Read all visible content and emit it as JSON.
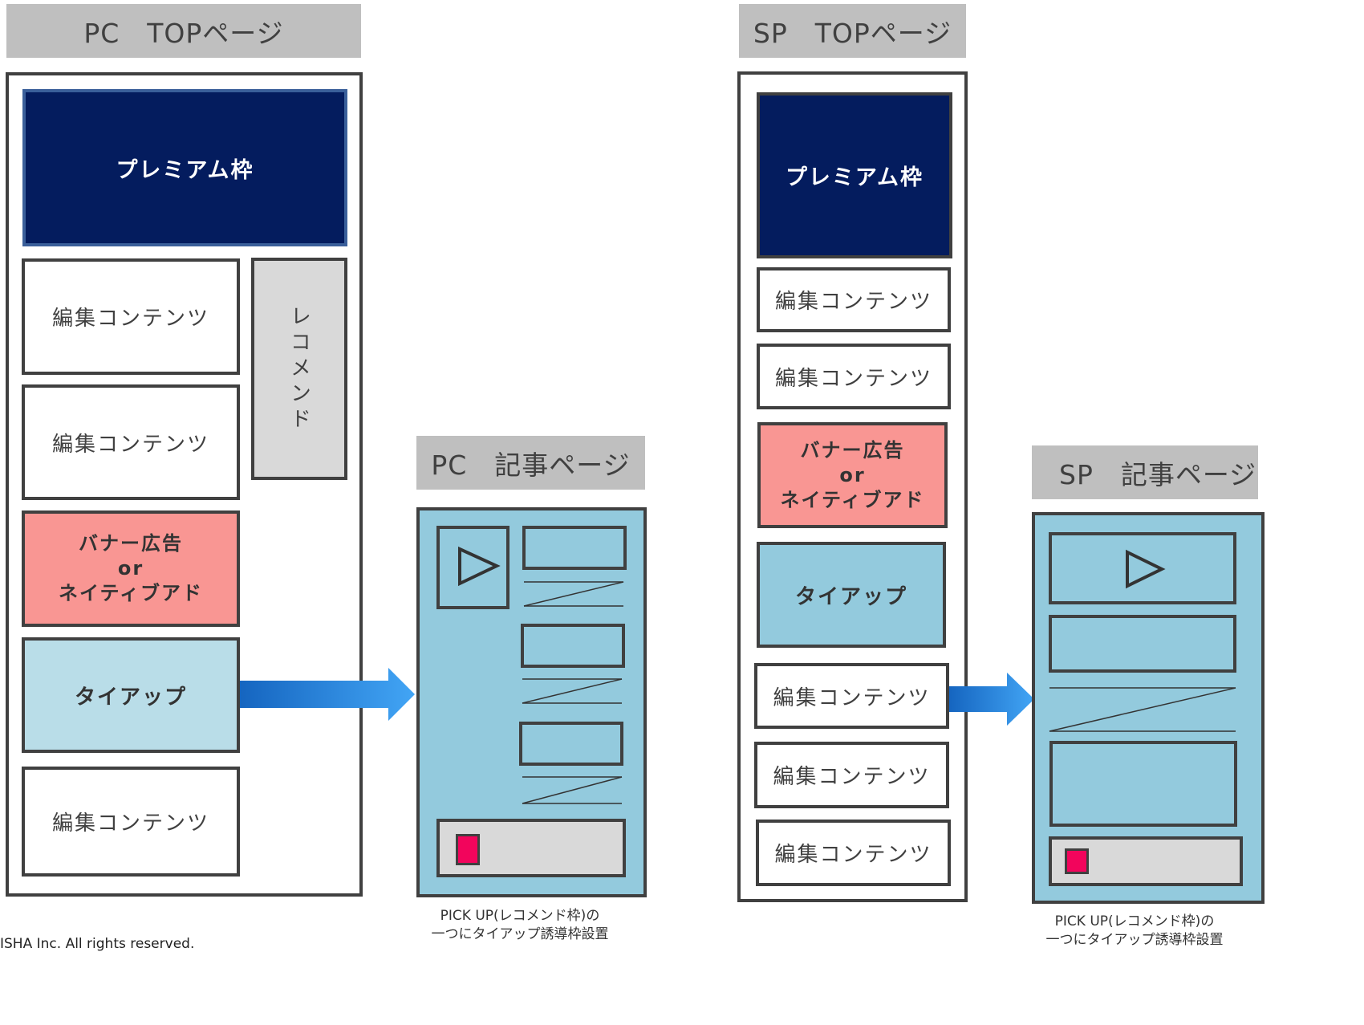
{
  "pc_top": {
    "title": "PC　TOPページ",
    "premium": "プレミアム枠",
    "editorial_1": "編集コンテンツ",
    "editorial_2": "編集コンテンツ",
    "editorial_3": "編集コンテンツ",
    "recommend": "レコメンド",
    "banner_line1": "バナー広告",
    "banner_line2": "or",
    "banner_line3": "ネイティブアド",
    "tieup": "タイアップ"
  },
  "pc_article": {
    "title": "PC　記事ページ",
    "caption": "PICK UP(レコメンド枠)の\n一つにタイアップ誘導枠設置"
  },
  "sp_top": {
    "title": "SP　TOPページ",
    "premium": "プレミアム枠",
    "editorial_1": "編集コンテンツ",
    "editorial_2": "編集コンテンツ",
    "banner_line1": "バナー広告",
    "banner_line2": "or",
    "banner_line3": "ネイティブアド",
    "tieup": "タイアップ",
    "editorial_3": "編集コンテンツ",
    "editorial_4": "編集コンテンツ",
    "editorial_5": "編集コンテンツ"
  },
  "sp_article": {
    "title": "SP　記事ページ",
    "caption": "PICK UP(レコメンド枠)の\n一つにタイアップ誘導枠設置"
  },
  "footer": "ISHA Inc. All rights reserved.",
  "colors": {
    "premium": "#041c5e",
    "banner": "#f99693",
    "tieup_pc": "#b9dde8",
    "tieup_sp": "#93cadd",
    "article_bg": "#93cadd",
    "pickup_chip": "#f2055c",
    "arrow": "#1e88e5"
  },
  "icons": {
    "play": "play-icon",
    "arrow": "arrow-right-icon"
  }
}
